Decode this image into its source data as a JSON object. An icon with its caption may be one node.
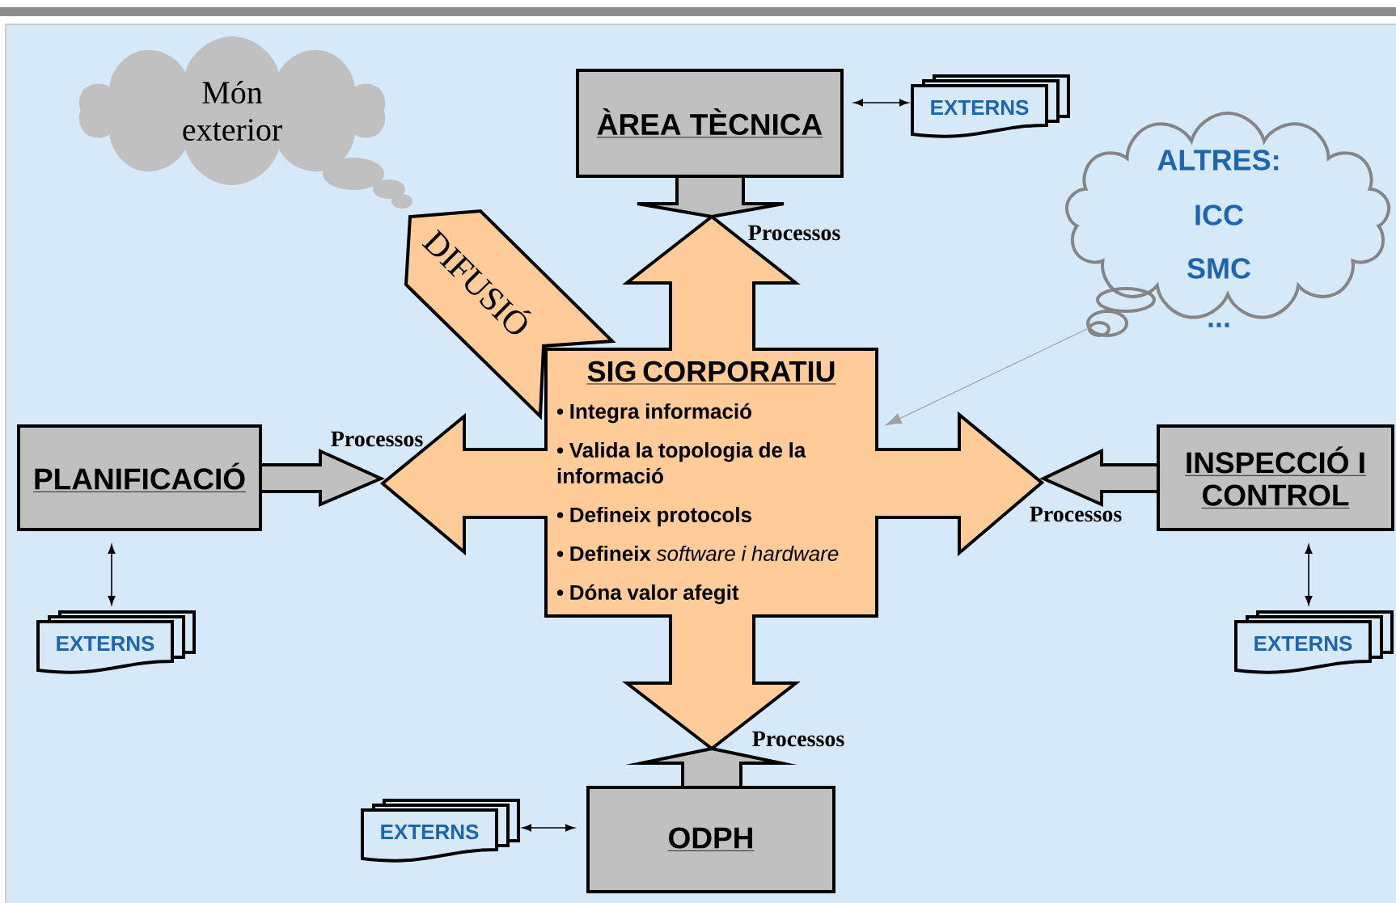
{
  "diagram": {
    "nodes": [
      {
        "text": [
          "Món exterior"
        ]
      },
      {
        "text": [
          "ÀREA TÈCNICA"
        ]
      },
      {
        "text": [
          "EXTERNS"
        ]
      },
      {
        "text": [
          "DIFUSIÓ"
        ]
      },
      {
        "text": [
          "ALTRES:",
          "ICC",
          "SMC",
          "..."
        ]
      },
      {
        "text": [
          "SIG CORPORATIU",
          "• Integra informació",
          "• Valida la topologia de la informació",
          "• Defineix protocols",
          "**• Defineix** *software i hardware*",
          "• Dóna valor afegit"
        ]
      },
      {
        "text": [
          "PLANIFICACIÓ"
        ]
      },
      {
        "text": [
          "INSPECCIÓ I CONTROL"
        ]
      },
      {
        "text": [
          "EXTERNS"
        ]
      },
      {
        "text": [
          "EXTERNS"
        ]
      },
      {
        "text": [
          "EXTERNS"
        ]
      },
      {
        "text": [
          "ODPH"
        ]
      }
    ],
    "edges": [
      {
        "from": 1,
        "to": 5,
        "arrow": "to",
        "label": "Processos",
        "style": "thick"
      },
      {
        "from": 6,
        "to": 5,
        "arrow": "to",
        "label": "Processos",
        "style": "thick"
      },
      {
        "from": 7,
        "to": 5,
        "arrow": "to",
        "label": "Processos",
        "style": "thick"
      },
      {
        "from": 11,
        "to": 5,
        "arrow": "to",
        "label": "Processos",
        "style": "thick"
      },
      {
        "from": 1,
        "to": 2,
        "arrow": "both"
      },
      {
        "from": 6,
        "to": 8,
        "arrow": "both"
      },
      {
        "from": 7,
        "to": 9,
        "arrow": "both"
      },
      {
        "from": 11,
        "to": 10,
        "arrow": "both"
      },
      {
        "from": 4,
        "to": 5,
        "arrow": "to",
        "color": "#a0a0a0"
      }
    ]
  }
}
